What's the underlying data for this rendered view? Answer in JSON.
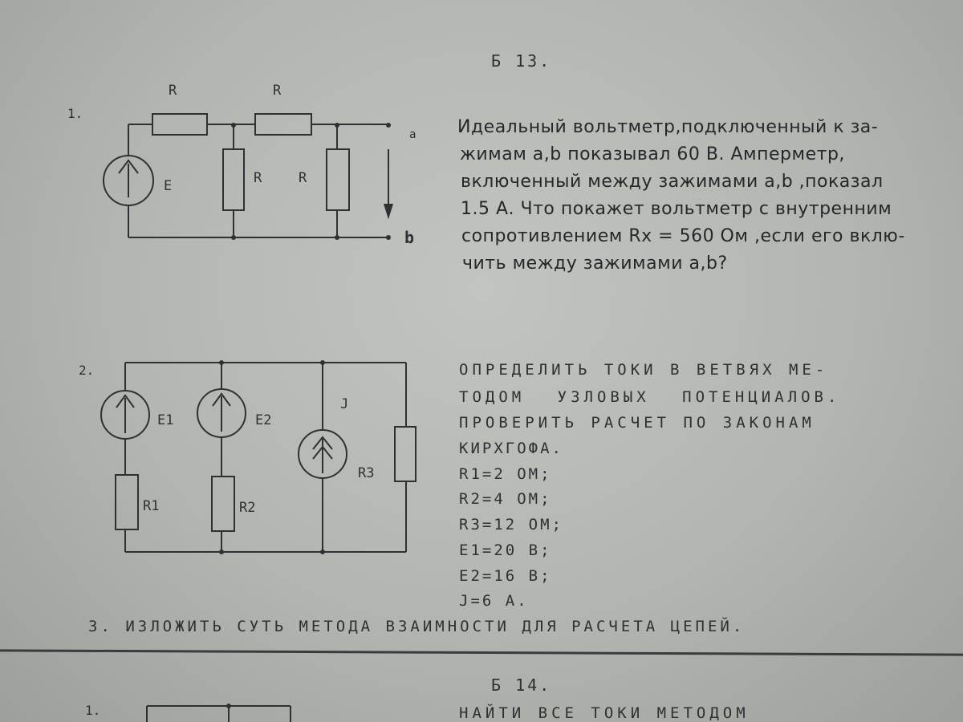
{
  "ticket13": {
    "title": "Б 13.",
    "task1": {
      "number": "1.",
      "labels": {
        "r_top1": "R",
        "r_top2": "R",
        "r_mid1": "R",
        "r_mid2": "R",
        "e": "E",
        "a": "a",
        "b": "b"
      },
      "lines": [
        "Идеальный вольтметр,подключенный к за-",
        "жимам a,b показывал 60 В. Амперметр,",
        "включенный между зажимами a,b ,показал",
        "1.5 А. Что покажет вольтметр с внутренним",
        "сопротивлением Rx = 560 Ом ,если его вклю-",
        "чить между зажимами a,b?"
      ]
    },
    "task2": {
      "number": "2.",
      "labels": {
        "e1": "E1",
        "e2": "E2",
        "j": "J",
        "r1": "R1",
        "r2": "R2",
        "r3": "R3"
      },
      "lines": [
        "ОПРЕДЕЛИТЬ ТОКИ В ВЕТВЯХ МЕ-",
        "ТОДОМ УЗЛОВЫХ ПОТЕНЦИАЛОВ.",
        "ПРОВЕРИТЬ РАСЧЕТ ПО ЗАКОНАМ",
        "КИРХГОФА.",
        "R1=2 ОМ;",
        "R2=4 ОМ;",
        "R3=12 ОМ;",
        "E1=20 В;",
        "E2=16 В;",
        "J=6 А."
      ]
    },
    "task3": "3. ИЗЛОЖИТЬ СУТЬ МЕТОДА ВЗАИМНОСТИ ДЛЯ РАСЧЕТА ЦЕПЕЙ."
  },
  "ticket14": {
    "title": "Б 14.",
    "task1": {
      "number": "1.",
      "line": "НАЙТИ ВСЕ ТОКИ МЕТОДОМ"
    }
  }
}
